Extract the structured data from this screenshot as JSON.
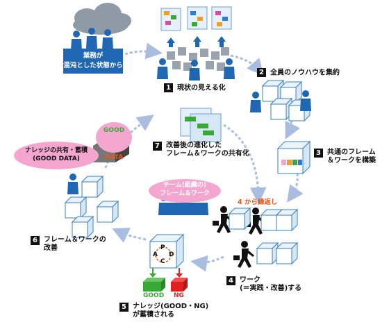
{
  "problem_box": {
    "lines": [
      "業務が",
      "混沌とした状態から"
    ]
  },
  "steps": [
    {
      "num": "1",
      "label": "現状の見える化"
    },
    {
      "num": "2",
      "label": "全員のノウハウを集約"
    },
    {
      "num": "3",
      "lines": [
        "共通のフレーム",
        "＆ワークを構築"
      ]
    },
    {
      "num": "4",
      "lines": [
        "ワーク",
        "(＝実践・改善)する"
      ]
    },
    {
      "num": "5",
      "lines": [
        "ナレッジ(GOOD・NG)",
        "が蓄積される"
      ]
    },
    {
      "num": "6",
      "lines": [
        "フレーム＆ワークの",
        "改善"
      ]
    },
    {
      "num": "7",
      "lines": [
        "改善後の進化した",
        "フレーム＆ワークの共有化"
      ]
    }
  ],
  "repeat_label": "4 から繰返し",
  "team_bubble": {
    "lines": [
      "チーム(組織の)",
      "フレーム＆ワーク"
    ]
  },
  "knowledge_bubble": {
    "lines": [
      "ナレッジの共有・蓄積",
      "(GOOD DATA)"
    ]
  },
  "good_data_box": {
    "good": "GOOD",
    "data": "DATA"
  },
  "knowledge_blocks": {
    "good": "GOOD",
    "ng": "NG"
  },
  "pdca": {
    "p": "P",
    "d": "D",
    "c": "C",
    "a": "A"
  },
  "colors": {
    "blue": "#1f66b3",
    "cube_edge": "#3a7fc4",
    "arrow": "#a9bde0",
    "pink": "#f4a6cf",
    "orange": "#e8561a",
    "good_green": "#39a935",
    "ng_red": "#e02020"
  }
}
